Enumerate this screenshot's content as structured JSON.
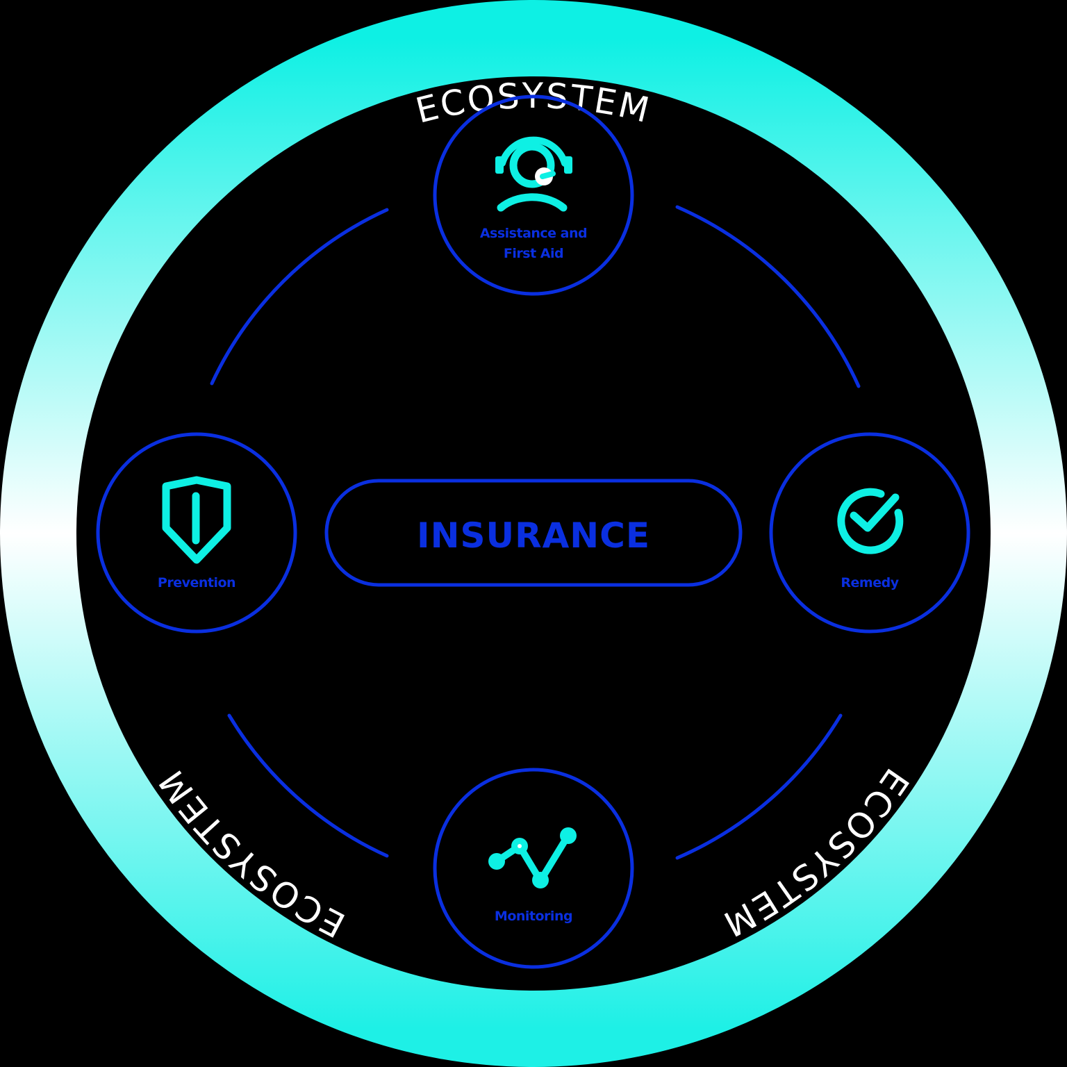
{
  "diagram": {
    "outer_ring": {
      "labels": [
        "ECOSYSTEM",
        "ECOSYSTEM",
        "ECOSYSTEM"
      ],
      "gradient": {
        "top": "#0ef0e4",
        "middle": "#ffffff",
        "bottom": "#1ef0e6"
      }
    },
    "center": {
      "label": "INSURANCE"
    },
    "nodes": [
      {
        "id": "assistance",
        "label_line1": "Assistance and",
        "label_line2": "First Aid",
        "icon": "headset-agent-icon"
      },
      {
        "id": "prevention",
        "label": "Prevention",
        "icon": "shield-icon"
      },
      {
        "id": "remedy",
        "label": "Remedy",
        "icon": "check-circle-icon"
      },
      {
        "id": "monitoring",
        "label": "Monitoring",
        "icon": "line-chart-icon"
      }
    ],
    "colors": {
      "background": "#000000",
      "stroke_blue": "#0a2fe0",
      "icon_cyan": "#0ef0e4",
      "ring_text": "#ffffff"
    }
  }
}
